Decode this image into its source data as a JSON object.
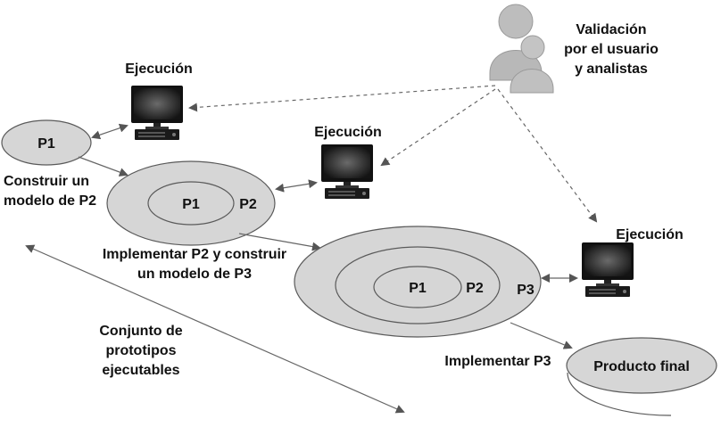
{
  "labels": {
    "validation_line1": "Validación",
    "validation_line2": "por el usuario",
    "validation_line3": "y analistas",
    "exec1": "Ejecución",
    "exec2": "Ejecución",
    "exec3": "Ejecución",
    "p1_small": "P1",
    "construir_line1": "Construir un",
    "construir_line2": "modelo de P2",
    "p1_mid": "P1",
    "p2_mid": "P2",
    "implementar_line1": "Implementar P2 y construir",
    "implementar_line2": "un modelo de P3",
    "p1_big": "P1",
    "p2_big": "P2",
    "p3_big": "P3",
    "conjunto_line1": "Conjunto de",
    "conjunto_line2": "prototipos",
    "conjunto_line3": "ejecutables",
    "implementar_p3": "Implementar P3",
    "producto_final": "Producto final"
  },
  "colors": {
    "ellipse_fill": "#d6d6d6",
    "stroke": "#5a5a5a",
    "users_fill": "#b9b9b9",
    "monitor_screen": "#222222",
    "monitor_case": "#111111"
  },
  "icons": {
    "users": "users-icon",
    "computer": "computer-icon"
  }
}
